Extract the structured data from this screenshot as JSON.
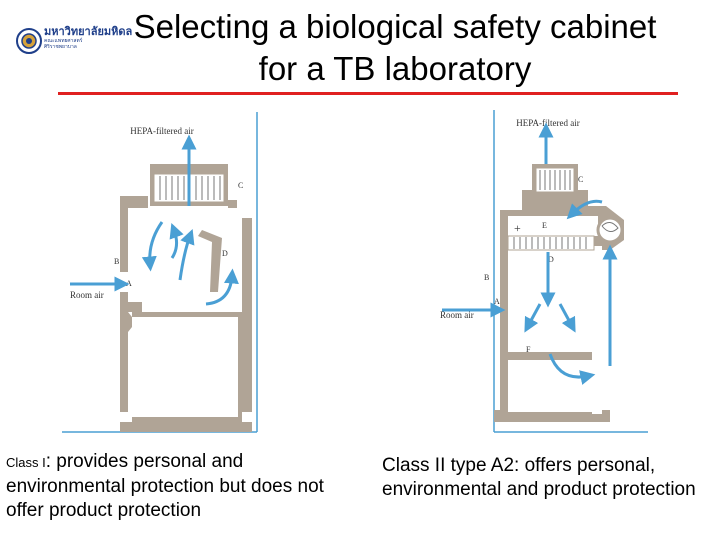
{
  "header": {
    "logo_name": "มหาวิทยาลัยมหิดล",
    "logo_sub1": "คณะแพทยศาสตร์",
    "logo_sub2": "ศิริราชพยาบาล",
    "title_line1": "Selecting a biological safety cabinet",
    "title_line2": "for a TB laboratory"
  },
  "diagram_class1": {
    "top_label": "HEPA-filtered air",
    "label_c": "C",
    "label_b": "B",
    "label_d": "D",
    "label_a": "A",
    "side_label": "Room air"
  },
  "diagram_class2": {
    "top_label": "HEPA-filtered air",
    "label_c": "C",
    "label_e": "E",
    "label_d": "D",
    "label_b": "B",
    "label_a": "A",
    "side_label": "Room air",
    "label_f": "F"
  },
  "captions": {
    "class1_prefix": "Class I",
    "class1_text": ": provides personal and environmental protection but does not offer product protection",
    "class2_text": "Class II type A2: offers personal, environmental and product protection"
  },
  "colors": {
    "cabinet": "#b0a496",
    "arrow": "#4a9fd4",
    "rule": "#e02020",
    "logo": "#1f3f8a"
  }
}
